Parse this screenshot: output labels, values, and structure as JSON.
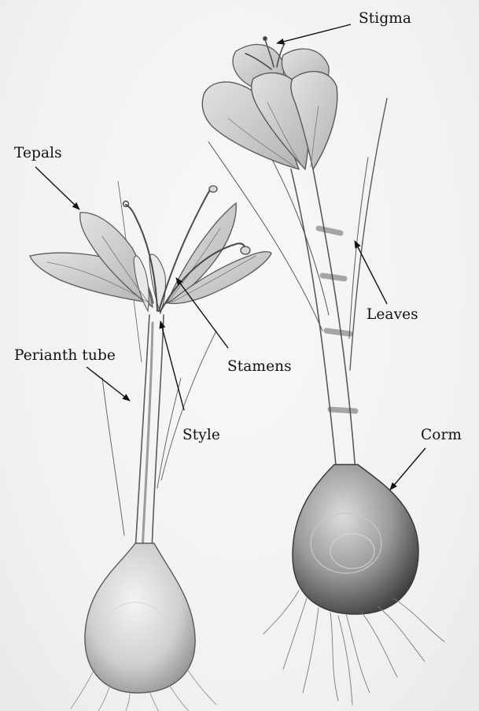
{
  "labels": {
    "stigma": "Stigma",
    "tepals": "Tepals",
    "leaves": "Leaves",
    "stamens": "Stamens",
    "perianth_tube": "Perianth tube",
    "style": "Style",
    "corm": "Corm"
  },
  "colors": {
    "paper": "#f3f3f1",
    "pencil": "#6b6b6b",
    "ink": "#111111"
  }
}
